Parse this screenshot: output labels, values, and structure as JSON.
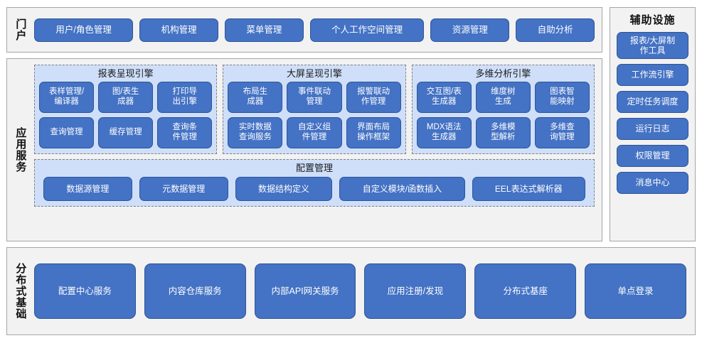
{
  "diagram": {
    "type": "layered-architecture",
    "sections": [
      {
        "id": "portal",
        "label": "门户",
        "items": [
          "用户/角色管理",
          "机构管理",
          "菜单管理",
          "个人工作空间管理",
          "资源管理",
          "自助分析"
        ]
      },
      {
        "id": "app-services",
        "label": "应用服务",
        "engines": [
          {
            "title": "报表呈现引擎",
            "items": [
              "表样管理/\n编译器",
              "图/表生\n成器",
              "打印导\n出引擎",
              "查询管理",
              "缓存管理",
              "查询条\n件管理"
            ]
          },
          {
            "title": "大屏呈现引擎",
            "items": [
              "布局生\n成器",
              "事件联动\n管理",
              "报警联动\n作管理",
              "实时数据\n查询服务",
              "自定义组\n件管理",
              "界面布局\n操作框架"
            ]
          },
          {
            "title": "多维分析引擎",
            "items": [
              "交互图/表\n生成器",
              "维度树\n生成",
              "图表智\n能映射",
              "MDX语法\n生成器",
              "多维模\n型解析",
              "多维查\n询管理"
            ]
          }
        ],
        "config": {
          "title": "配置管理",
          "items": [
            "数据源管理",
            "元数据管理",
            "数据结构定义",
            "自定义模块/函数插入",
            "EEL表达式解析器"
          ]
        }
      },
      {
        "id": "aux",
        "label": "辅助设施",
        "items": [
          "报表/大屏制\n作工具",
          "工作流引擎",
          "定时任务调度",
          "运行日志",
          "权限管理",
          "消息中心"
        ]
      },
      {
        "id": "distributed",
        "label": "分布式基础",
        "items": [
          "配置中心服务",
          "内容仓库服务",
          "内部API网关服务",
          "应用注册/发现",
          "分布式基座",
          "单点登录"
        ]
      }
    ]
  },
  "colors": {
    "chip_fill": "#4472c4",
    "chip_border": "#2f5597",
    "chip_text": "#ffffff",
    "panel_fill": "#f2f2f2",
    "panel_border": "#a6a6a6",
    "group_fill": "#cfdffa",
    "group_border": "#808080",
    "page_background": "#ffffff"
  }
}
